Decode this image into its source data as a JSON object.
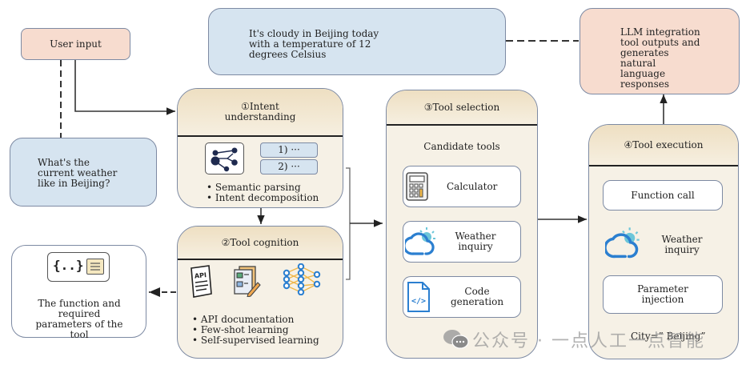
{
  "user_input": {
    "label": "User input"
  },
  "user_question": {
    "text": "What's the current weather like in Beijing?"
  },
  "final_answer": {
    "text": "It's cloudy in Beijing today with a temperature of 12 degrees Celsius"
  },
  "llm_output": {
    "text": "LLM integration tool outputs and generates natural language responses"
  },
  "stage1": {
    "title_line1": "①Intent",
    "title_line2": "understanding",
    "steps": [
      "1)  ···",
      "2)  ···"
    ],
    "bullets": [
      "Semantic parsing",
      "Intent decomposition"
    ],
    "icon": "graph-network-icon"
  },
  "stage2": {
    "title": "②Tool cognition",
    "icons": [
      "api-document-icon",
      "checklist-edit-icon",
      "neural-network-icon"
    ],
    "bullets": [
      "API documentation",
      "Few-shot learning",
      "Self-supervised learning"
    ]
  },
  "tool_params": {
    "text": "The function and required parameters of the tool",
    "icons": [
      "json-braces-icon",
      "document-lines-icon"
    ],
    "braces": "{..}"
  },
  "stage3": {
    "title": "③Tool selection",
    "subtitle": "Candidate tools",
    "tools": [
      {
        "label": "Calculator",
        "icon": "calculator-icon"
      },
      {
        "label": "Weather inquiry",
        "icon": "weather-cloud-icon"
      },
      {
        "label": "Code generation",
        "icon": "code-file-icon"
      }
    ]
  },
  "stage4": {
    "title": "④Tool execution",
    "function_call": "Function call",
    "weather": "Weather inquiry",
    "param_injection": "Parameter injection",
    "param_value": "City=” Beijing”"
  },
  "watermark": {
    "text": "公众号 · 一点人工一点智能"
  },
  "colors": {
    "accent_blue": "#2b7fd0",
    "stage_bg": "#f6f1e6",
    "pink": "#f7dccf",
    "light_blue": "#d6e4f0"
  }
}
